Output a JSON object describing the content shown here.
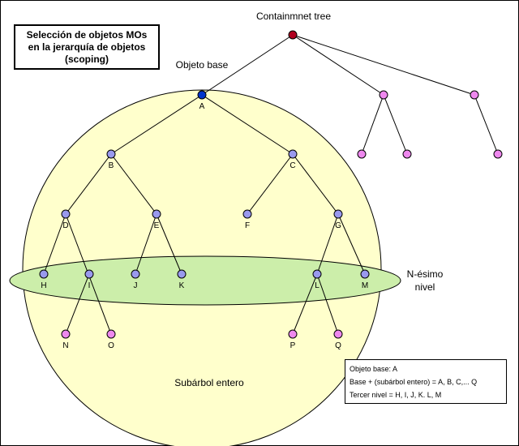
{
  "title_lines": [
    "Selección de objetos MOs",
    "en la jerarquía de objetos",
    "(scoping)"
  ],
  "containment_label": "Containmnet tree",
  "base_label": "Objeto base",
  "subtree_label": "Subárbol entero",
  "level_label": [
    "N-ésimo",
    "nivel"
  ],
  "legend_lines": [
    "Objeto base: A",
    "Base + (subárbol entero) = A, B, C,... Q",
    "Tercer nivel = H, I, J, K. L, M"
  ],
  "colors": {
    "root": "#b00020",
    "base": "#0033cc",
    "subtree_node": "#9999ee",
    "leaf_node": "#ee88ee",
    "circle_fill": "#ffffcc",
    "ellipse_fill": "#cceeaa"
  },
  "nodes": [
    {
      "id": "root",
      "label": "",
      "kind": "root"
    },
    {
      "id": "A",
      "label": "A",
      "kind": "base"
    },
    {
      "id": "B",
      "label": "B",
      "kind": "subtree"
    },
    {
      "id": "C",
      "label": "C",
      "kind": "subtree"
    },
    {
      "id": "D",
      "label": "D",
      "kind": "subtree"
    },
    {
      "id": "E",
      "label": "E",
      "kind": "subtree"
    },
    {
      "id": "F",
      "label": "F",
      "kind": "subtree"
    },
    {
      "id": "G",
      "label": "G",
      "kind": "subtree"
    },
    {
      "id": "H",
      "label": "H",
      "kind": "subtree"
    },
    {
      "id": "I",
      "label": "I",
      "kind": "subtree"
    },
    {
      "id": "J",
      "label": "J",
      "kind": "subtree"
    },
    {
      "id": "K",
      "label": "K",
      "kind": "subtree"
    },
    {
      "id": "L",
      "label": "L",
      "kind": "subtree"
    },
    {
      "id": "M",
      "label": "M",
      "kind": "subtree"
    },
    {
      "id": "N",
      "label": "N",
      "kind": "leaf"
    },
    {
      "id": "O",
      "label": "O",
      "kind": "leaf"
    },
    {
      "id": "P",
      "label": "P",
      "kind": "leaf"
    },
    {
      "id": "Q",
      "label": "Q",
      "kind": "leaf"
    },
    {
      "id": "r1",
      "label": "",
      "kind": "leaf"
    },
    {
      "id": "r2",
      "label": "",
      "kind": "leaf"
    },
    {
      "id": "r1a",
      "label": "",
      "kind": "leaf"
    },
    {
      "id": "r1b",
      "label": "",
      "kind": "leaf"
    },
    {
      "id": "r2a",
      "label": "",
      "kind": "leaf"
    }
  ],
  "edges": [
    [
      "root",
      "A"
    ],
    [
      "root",
      "r1"
    ],
    [
      "root",
      "r2"
    ],
    [
      "r1",
      "r1a"
    ],
    [
      "r1",
      "r1b"
    ],
    [
      "r2",
      "r2a"
    ],
    [
      "A",
      "B"
    ],
    [
      "A",
      "C"
    ],
    [
      "B",
      "D"
    ],
    [
      "B",
      "E"
    ],
    [
      "C",
      "F"
    ],
    [
      "C",
      "G"
    ],
    [
      "D",
      "H"
    ],
    [
      "D",
      "O"
    ],
    [
      "E",
      "J"
    ],
    [
      "E",
      "K"
    ],
    [
      "G",
      "L"
    ],
    [
      "G",
      "M"
    ],
    [
      "I",
      "N"
    ],
    [
      "L",
      "P"
    ],
    [
      "L",
      "Q"
    ]
  ]
}
